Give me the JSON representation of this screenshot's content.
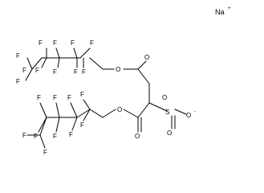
{
  "counterion": {
    "symbol": "Na",
    "charge": "+"
  },
  "atom_labels": {
    "fluorine": "F",
    "oxygen": "O",
    "sulfur": "S",
    "oxide_charge": "-"
  }
}
